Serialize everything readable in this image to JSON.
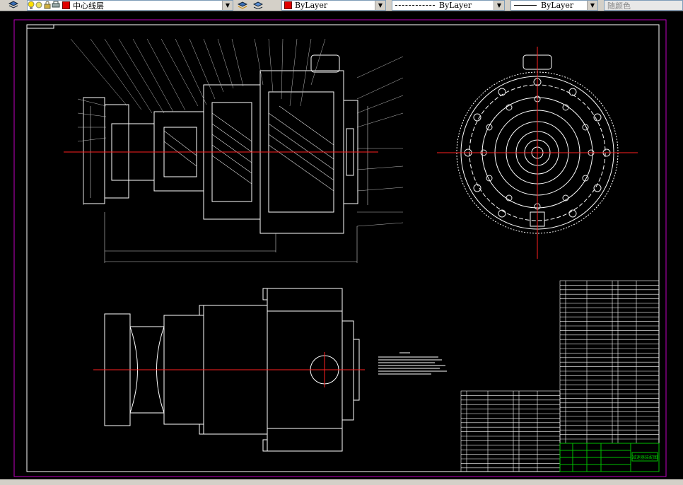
{
  "toolbar": {
    "layer_name": "中心线层",
    "color_value": "ByLayer",
    "linetype_value": "ByLayer",
    "lineweight_value": "ByLayer",
    "plotstyle_value": "随颜色",
    "accent_red": "#e00000"
  },
  "drawing": {
    "title_block_name": "减速器装配图",
    "background": "#000000",
    "frame_color": "#c000c0",
    "centerline_color": "#ff2020",
    "table_green": "#00c000"
  }
}
